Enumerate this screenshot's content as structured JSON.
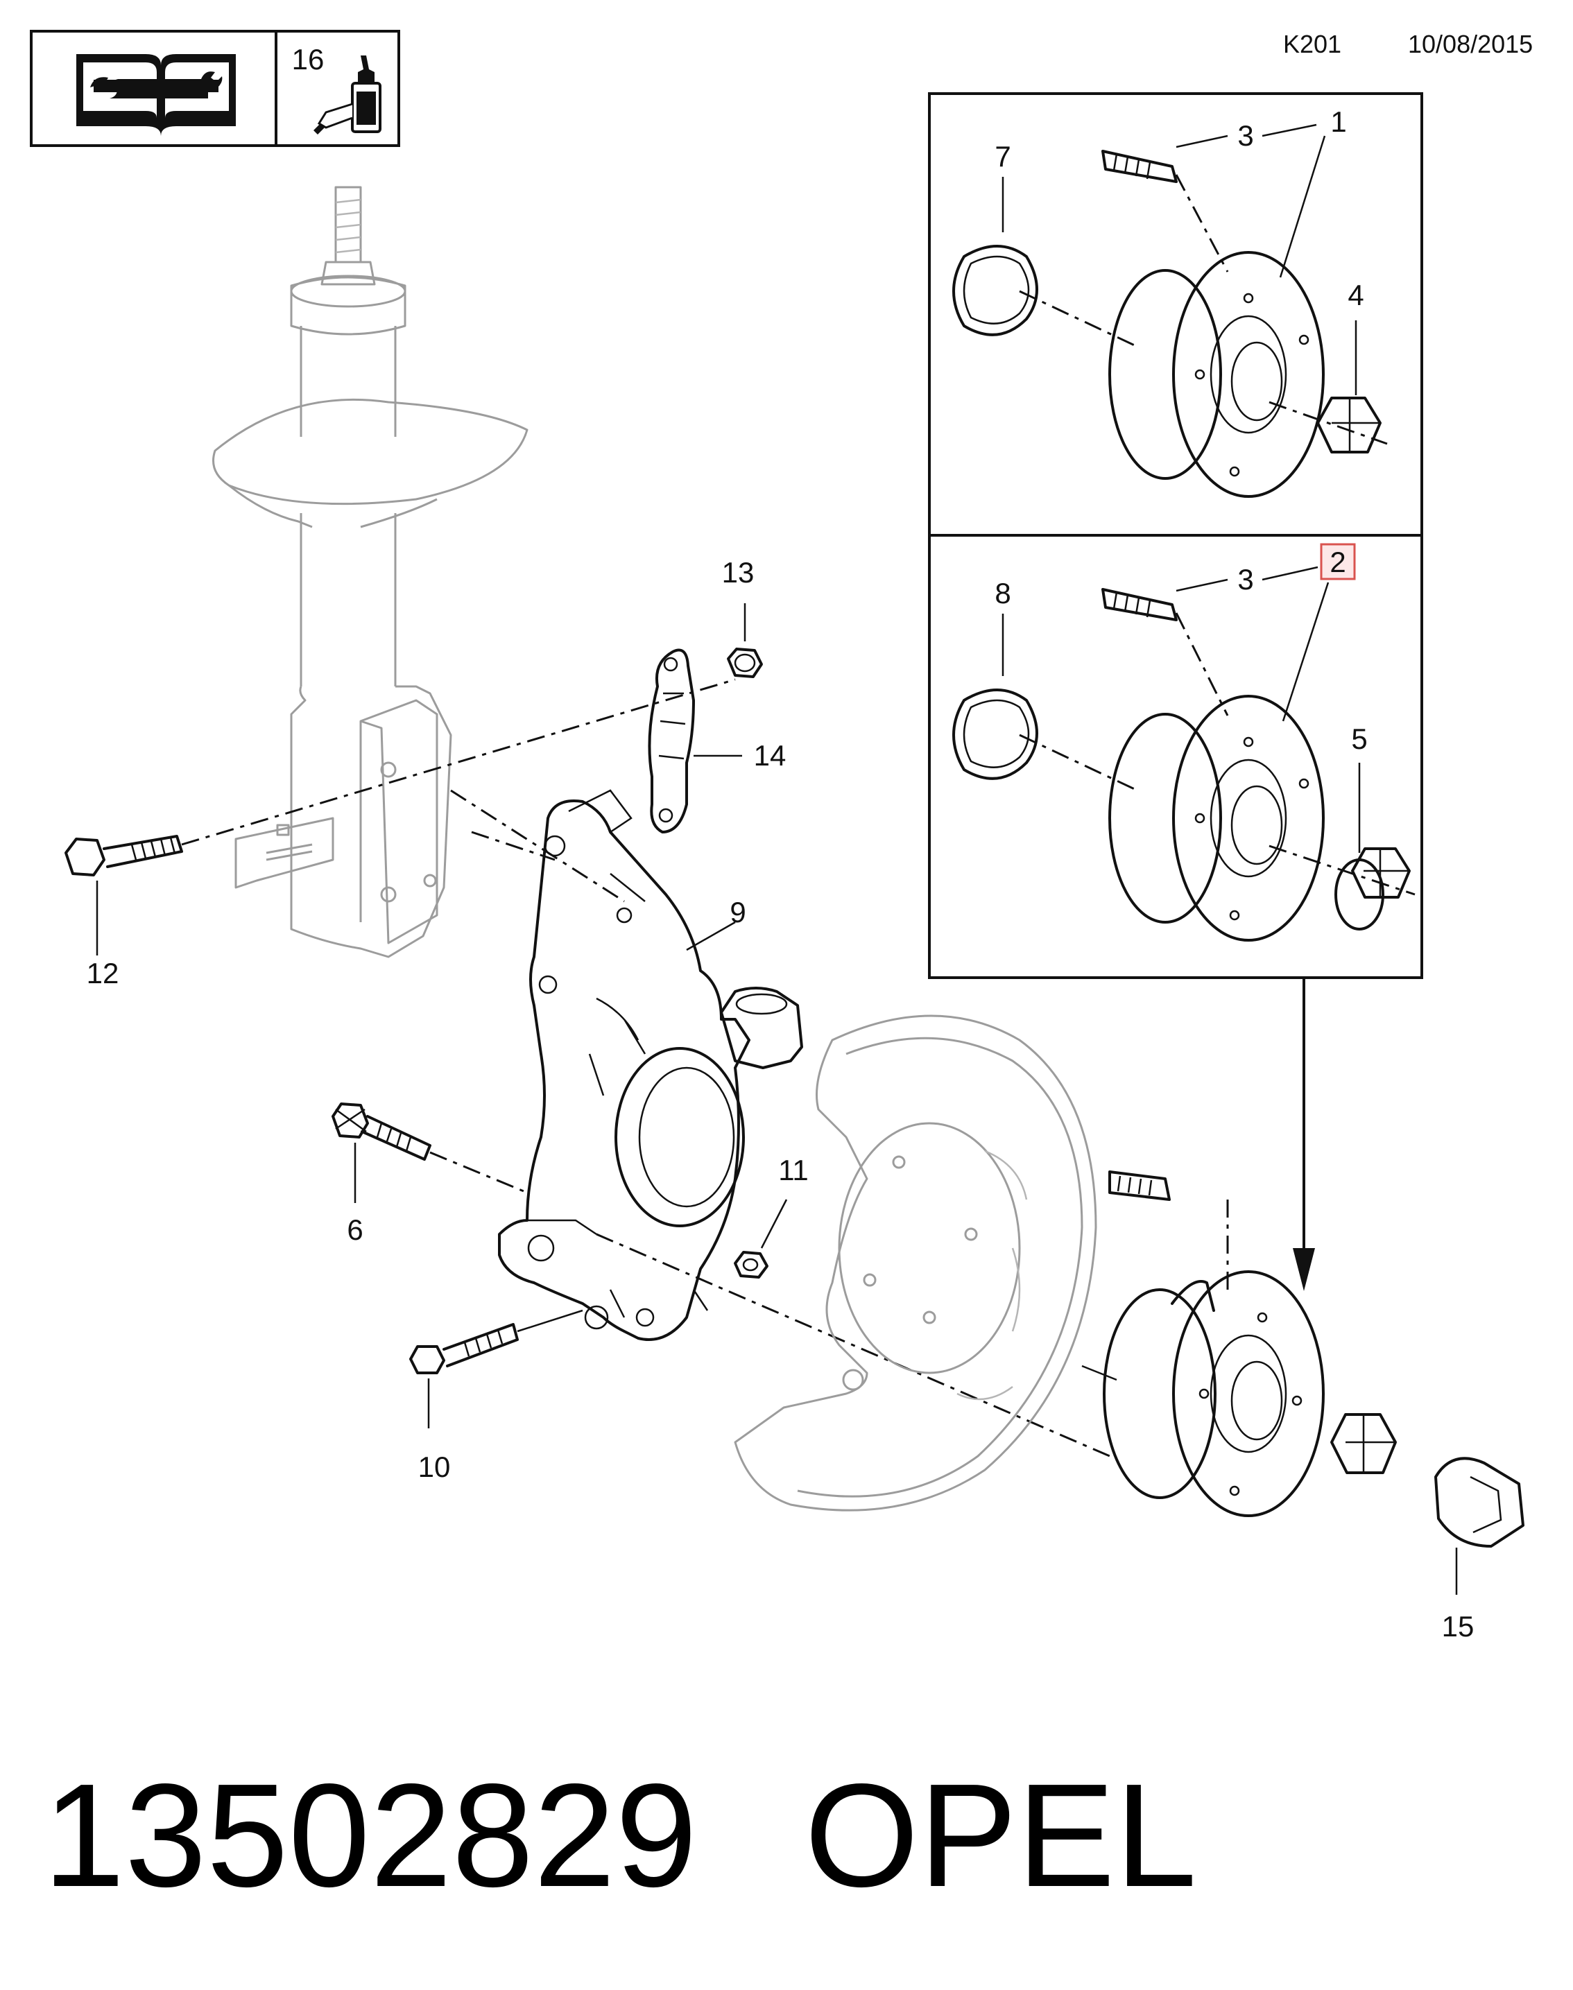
{
  "header": {
    "code": "K201",
    "date": "10/08/2015",
    "tool_box_number": "16"
  },
  "callouts": {
    "c1": "1",
    "c2": "2",
    "c3a": "3",
    "c3b": "3",
    "c4": "4",
    "c5": "5",
    "c6": "6",
    "c7": "7",
    "c8": "8",
    "c9": "9",
    "c10": "10",
    "c11": "11",
    "c12": "12",
    "c13": "13",
    "c14": "14",
    "c15": "15"
  },
  "highlight_color": "#d9534f",
  "footer": {
    "part_number": "13502829",
    "brand": "OPEL"
  },
  "icons": [
    "repair-manual-wrench-icon",
    "threadlocker-bottle-icon"
  ]
}
